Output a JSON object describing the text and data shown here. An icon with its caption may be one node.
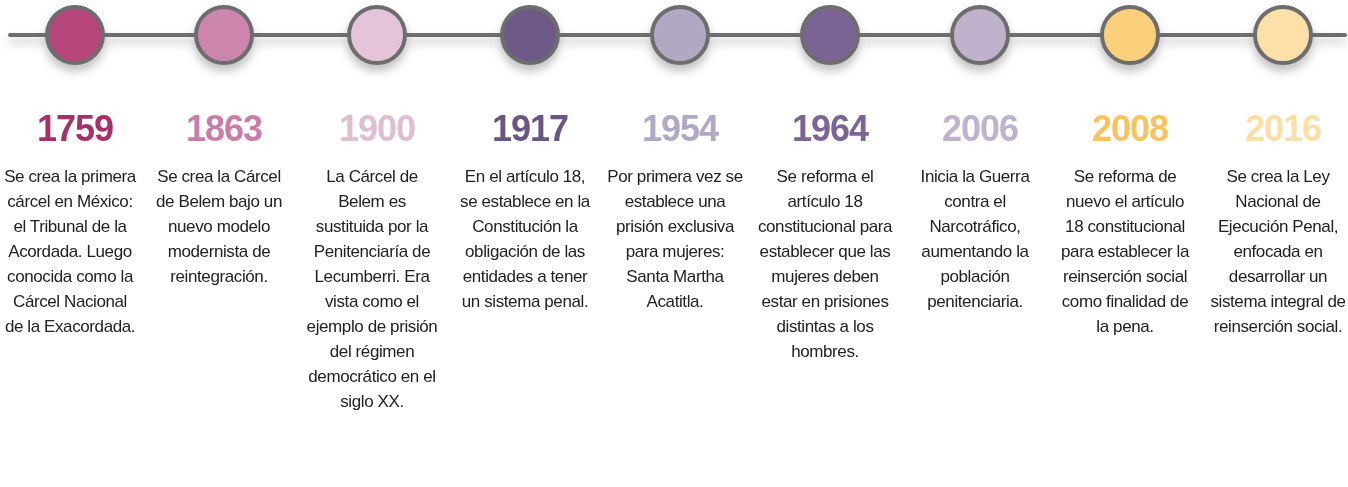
{
  "diagram": {
    "labels": [
      "1759",
      "Se crea la primera cárcel en México: el Tribunal de la Acordada. Luego conocida como la Cárcel Nacional de la Exacordada.",
      "1863",
      "Se crea la Cárcel de Belem bajo un nuevo modelo modernista de reintegración.",
      "1900",
      "La Cárcel de Belem es sustituida por la Penitenciaría de Lecumberri. Era vista como el ejemplo de prisión del régimen democrático en el siglo XX.",
      "1917",
      "En el artículo 18, se establece en la Constitución la obligación de las entidades a tener un sistema penal.",
      "1954",
      "Por primera vez se establece una prisión exclusiva para mujeres: Santa Martha Acatitla.",
      "1964",
      "Se reforma el artículo 18 constitucional para establecer que las mujeres deben estar en prisiones distintas a los hombres.",
      "2006",
      "Inicia la Guerra contra el Narcotráfico, aumentando la población penitenciaria.",
      "2008",
      "Se reforma de nuevo el artículo 18 constitucional para establecer la reinserción social como finalidad de la pena.",
      "2016",
      "Se crea la Ley Nacional de Ejecución Penal, enfocada en desarrollar un sistema integral de reinserción social."
    ]
  }
}
